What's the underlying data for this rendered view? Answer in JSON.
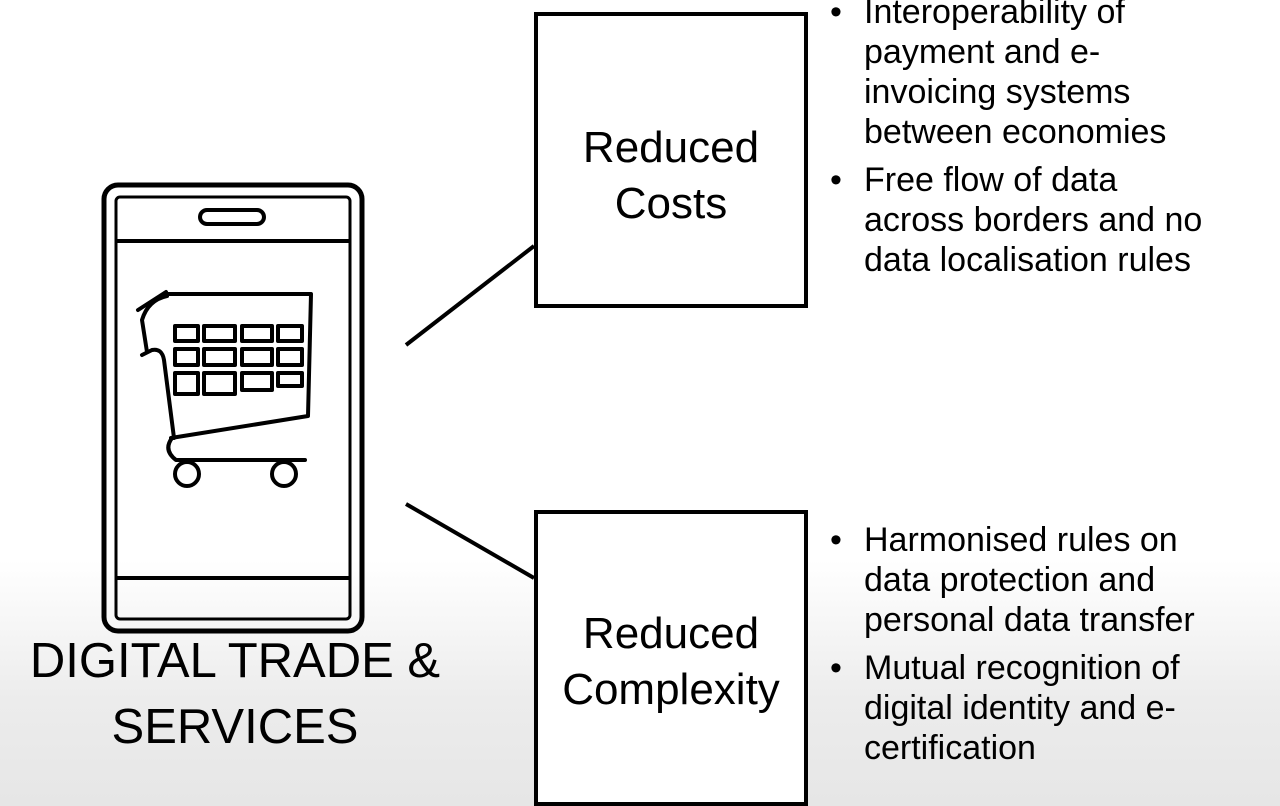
{
  "phone": {
    "caption_line1": "DIGITAL TRADE &",
    "caption_line2": "SERVICES",
    "icon": "shopping-cart-icon"
  },
  "boxes": {
    "costs": {
      "line1": "Reduced",
      "line2": "Costs"
    },
    "complexity": {
      "line1": "Reduced",
      "line2": "Complexity"
    }
  },
  "bullets": {
    "costs": [
      [
        "Interoperability of",
        "payment and e-",
        "invoicing systems",
        "between economies"
      ],
      [
        "Free flow of data",
        "across borders and no",
        "data localisation rules"
      ]
    ],
    "complexity": [
      [
        "Harmonised rules on",
        "data protection and",
        "personal data transfer"
      ],
      [
        "Mutual recognition of",
        "digital identity and e-",
        "certification"
      ]
    ]
  }
}
